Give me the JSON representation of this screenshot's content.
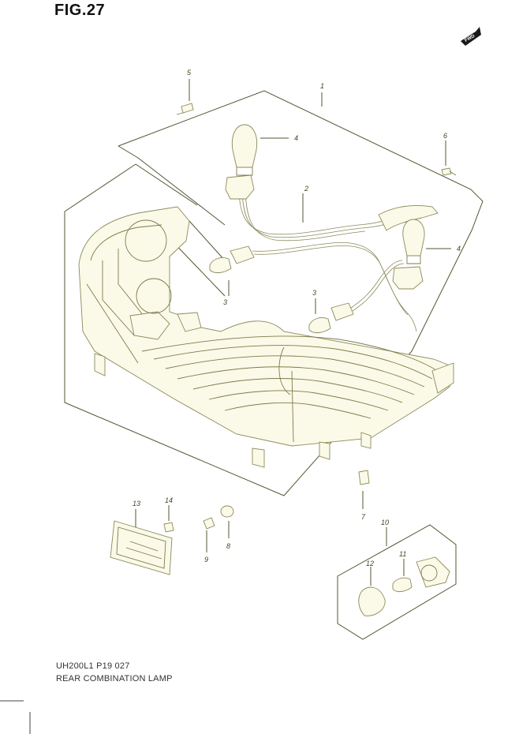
{
  "figure": {
    "title": "FIG.27"
  },
  "badge": {
    "label": "FWD"
  },
  "callouts": [
    "1",
    "2",
    "3",
    "3",
    "4",
    "4",
    "5",
    "6",
    "7",
    "8",
    "9",
    "10",
    "11",
    "12",
    "13",
    "14"
  ],
  "footer": {
    "code": "UH200L1 P19 027",
    "name": "REAR COMBINATION LAMP"
  }
}
